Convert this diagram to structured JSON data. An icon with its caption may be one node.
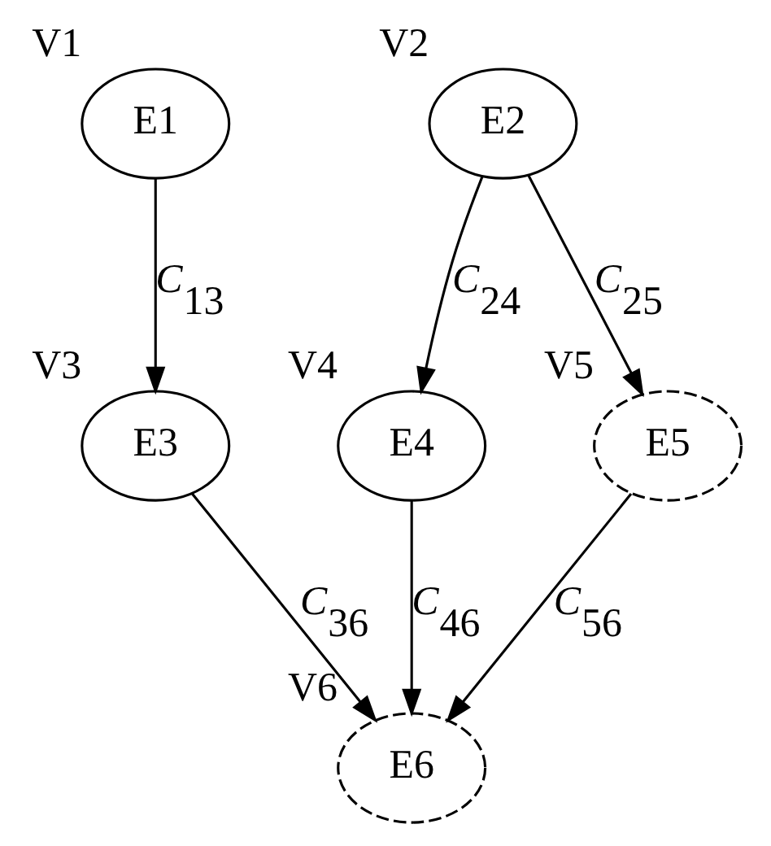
{
  "diagram": {
    "nodes": [
      {
        "text": [
          "E1"
        ],
        "beside": [
          "V1"
        ]
      },
      {
        "text": [
          "E2"
        ],
        "beside": [
          "V2"
        ]
      },
      {
        "text": [
          "E3"
        ],
        "beside": [
          "V3"
        ]
      },
      {
        "text": [
          "E4"
        ],
        "beside": [
          "V4"
        ]
      },
      {
        "text": [
          "E5"
        ],
        "beside": [
          "V5"
        ]
      },
      {
        "text": [
          "E6"
        ],
        "beside": [
          "V6"
        ]
      }
    ],
    "edges": [
      {
        "from": 0,
        "to": 2,
        "arrow": "to",
        "label": "C$_{13}$"
      },
      {
        "from": 1,
        "to": 3,
        "arrow": "to",
        "label": "C$_{24}$"
      },
      {
        "from": 1,
        "to": 4,
        "arrow": "to",
        "label": "C$_{25}$"
      },
      {
        "from": 2,
        "to": 5,
        "arrow": "to",
        "label": "C$_{36}$"
      },
      {
        "from": 3,
        "to": 5,
        "arrow": "to",
        "label": "C$_{46}$"
      },
      {
        "from": 4,
        "to": 5,
        "arrow": "to",
        "label": "C$_{56}$"
      }
    ]
  }
}
